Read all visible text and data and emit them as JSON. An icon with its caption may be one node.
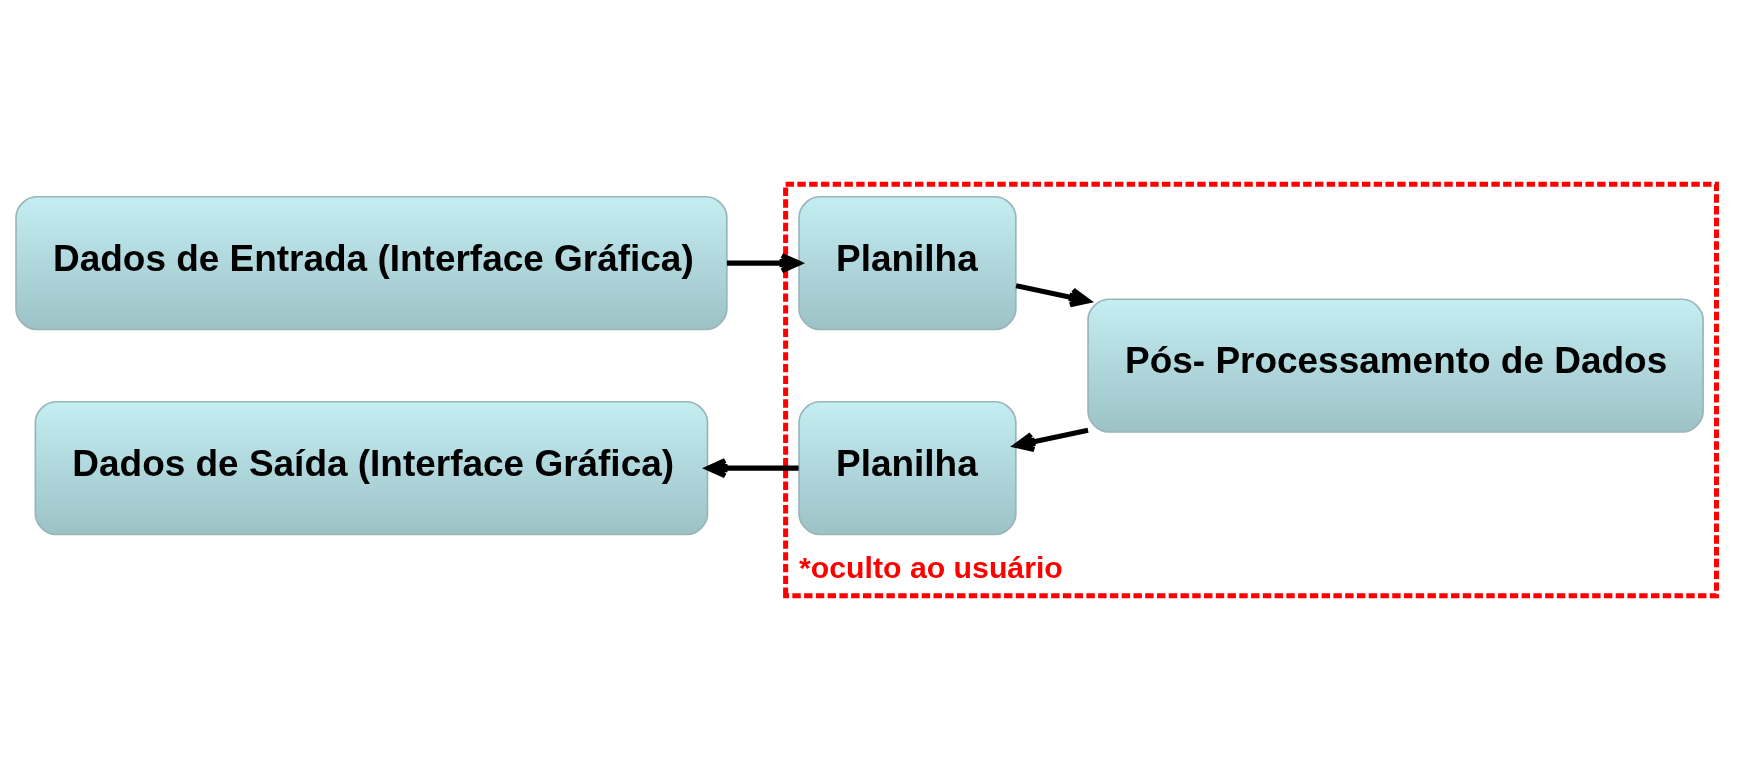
{
  "diagram": {
    "nodes": [
      {
        "text": [
          "Dados de Entrada (Interface Gráfica)"
        ]
      },
      {
        "text": [],
        "shape": "box",
        "beside": [
          "*oculto ao usuário"
        ]
      },
      {
        "text": [
          "Planilha"
        ],
        "in": 1
      },
      {
        "text": [
          "Pós- Processamento de Dados"
        ],
        "in": 1
      },
      {
        "text": [
          "Dados de Saída (Interface Gráfica)"
        ]
      },
      {
        "text": [
          "Planilha"
        ],
        "in": 1
      }
    ],
    "edges": [
      {
        "from": 0,
        "to": 2,
        "arrow": "to"
      },
      {
        "from": 2,
        "to": 3,
        "arrow": "to"
      },
      {
        "from": 3,
        "to": 5,
        "arrow": "to"
      },
      {
        "from": 5,
        "to": 4,
        "arrow": "to"
      }
    ]
  }
}
